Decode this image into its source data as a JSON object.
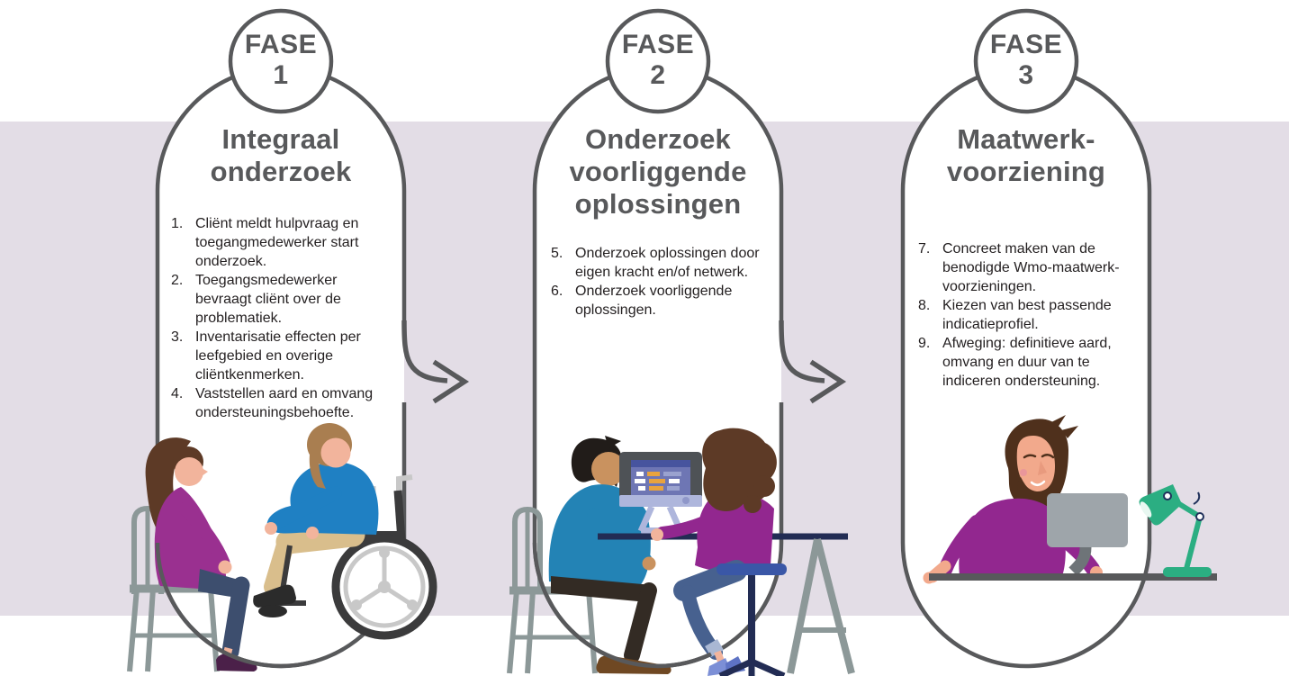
{
  "palette": {
    "background": "#FFFFFF",
    "band": "#E3DDE6",
    "outline": "#58595B",
    "title_text": "#58595B",
    "body_text": "#231F20",
    "accent_purple": "#92278F",
    "accent_blue": "#1F80C3",
    "accent_green": "#2BAE82"
  },
  "phases": [
    {
      "badge": {
        "label": "FASE",
        "number": "1"
      },
      "title_lines": [
        "Integraal",
        "onderzoek"
      ],
      "items": [
        {
          "num": "1.",
          "text": "Cliënt meldt hulpvraag en toegangmedewerker start onderzoek."
        },
        {
          "num": "2.",
          "text": "Toegangsmedewerker bevraagt cliënt over de problematiek."
        },
        {
          "num": "3.",
          "text": "Inventarisatie effecten per leefgebied en overige cliëntkenmerken."
        },
        {
          "num": "4.",
          "text": "Vaststellen aard en omvang ondersteuningsbehoefte."
        }
      ],
      "illustration": "intake-interview-with-wheelchair-user-illustration"
    },
    {
      "badge": {
        "label": "FASE",
        "number": "2"
      },
      "title_lines": [
        "Onderzoek",
        "voorliggende",
        "oplossingen"
      ],
      "items": [
        {
          "num": "5.",
          "text": "Onderzoek oplossingen door eigen kracht en/of netwerk."
        },
        {
          "num": "6.",
          "text": "Onderzoek voorliggende oplossingen."
        }
      ],
      "illustration": "two-people-at-computer-illustration"
    },
    {
      "badge": {
        "label": "FASE",
        "number": "3"
      },
      "title_lines": [
        "Maatwerk-",
        "voorziening"
      ],
      "items": [
        {
          "num": "7.",
          "text": "Concreet maken van de benodigde Wmo-maatwerk-voorzieningen."
        },
        {
          "num": "8.",
          "text": "Kiezen van best passende indicatieprofiel."
        },
        {
          "num": "9.",
          "text": "Afweging: definitieve aard, omvang en duur van te indiceren ondersteuning."
        }
      ],
      "illustration": "caseworker-at-desk-with-lamp-illustration"
    }
  ]
}
